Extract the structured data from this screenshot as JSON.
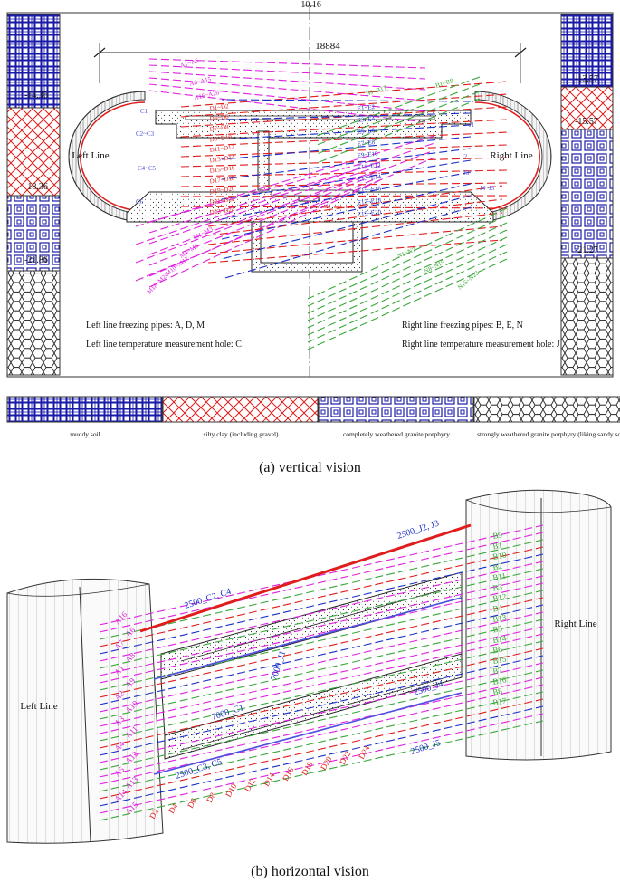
{
  "vertical": {
    "caption": "(a) vertical vision",
    "top_elevation": "-10.16",
    "span_dimension": "18884",
    "left_line_label": "Left Line",
    "right_line_label": "Right Line",
    "left_column_elevations": [
      "-14.36",
      "-18.36",
      "-21.86"
    ],
    "right_column_elevations": [
      "-13.57",
      "-15.57",
      "-21.27"
    ],
    "left_freezing_note": "Left line freezing pipes: A, D, M",
    "left_temperature_note": "Left line temperature measurement hole: C",
    "right_freezing_note": "Right line freezing pipes: B, E, N",
    "right_temperature_note": "Right line temperature measurement hole: J",
    "pipe_labels": {
      "magenta_left": [
        "A1~A5",
        "A6~A15",
        "A16~A26",
        "M1~M3",
        "M4~M9",
        "M10~M17",
        "M18~M24"
      ],
      "red_left": [
        "D1~D2",
        "D3~D6",
        "D7~D8",
        "D9~D10",
        "D11~D12",
        "D13~D14",
        "D15~D16",
        "D17~D18",
        "D19~D20",
        "D21~D22",
        "D23~D24"
      ],
      "blue_right": [
        "E1~E2",
        "E3~E4",
        "E5~E6",
        "E7~E8",
        "E9~E10",
        "E11~E12",
        "E13~E14",
        "E15~E16",
        "E17~E18",
        "E19~E20"
      ],
      "green_right": [
        "B1~B8",
        "B9~B17",
        "N1~N7",
        "N8~N15",
        "N16~N22"
      ],
      "temp_left": [
        "C1",
        "C2~C3",
        "C4~C5",
        "C6"
      ],
      "temp_right": [
        "J1",
        "J2",
        "J3",
        "J4~J5"
      ]
    },
    "legend": [
      {
        "label": "muddy soil",
        "pattern": "muddy",
        "color": "#1a1aa8"
      },
      {
        "label": "silty clay (including gravel)",
        "pattern": "clay",
        "color": "#e01c1c"
      },
      {
        "label": "completely weathered granite porphyry",
        "pattern": "granite-complete",
        "color": "#1a1aa8"
      },
      {
        "label": "strongly weathered granite porphyry (liking sandy soil)",
        "pattern": "granite-strong",
        "color": "#222222"
      }
    ]
  },
  "horizontal": {
    "caption": "(b) horizontal vision",
    "left_line_label": "Left Line",
    "right_line_label": "Right Line",
    "dimension_labels": [
      "2500_J2, J3",
      "2500_C2, C4",
      "7000_J1",
      "7000_C1",
      "2500_J4",
      "2500_J5",
      "2500_C3, C5"
    ],
    "left_a_labels": [
      "A16",
      "A6",
      "A7",
      "A8",
      "A1",
      "A9",
      "A2",
      "A10",
      "A3",
      "A11",
      "A4",
      "A12",
      "A5",
      "A13",
      "A14",
      "A15"
    ],
    "right_b_labels": [
      "B9",
      "B1",
      "B10",
      "B2",
      "B11",
      "B3",
      "B12",
      "B4",
      "B13",
      "B5",
      "B14",
      "B6",
      "B15",
      "B7",
      "B16",
      "B8",
      "B17"
    ],
    "bottom_d_labels": [
      "D2",
      "D4",
      "D6",
      "D8",
      "D10",
      "D12",
      "D14",
      "D16",
      "D18",
      "D20",
      "D22",
      "D24"
    ]
  },
  "colors": {
    "freeze_left": "#e020e0",
    "freeze_red": "#e01c1c",
    "freeze_blue": "#1a2fc8",
    "freeze_green": "#3aa83a",
    "temperature": "#5050e0",
    "structure": "#222222"
  }
}
